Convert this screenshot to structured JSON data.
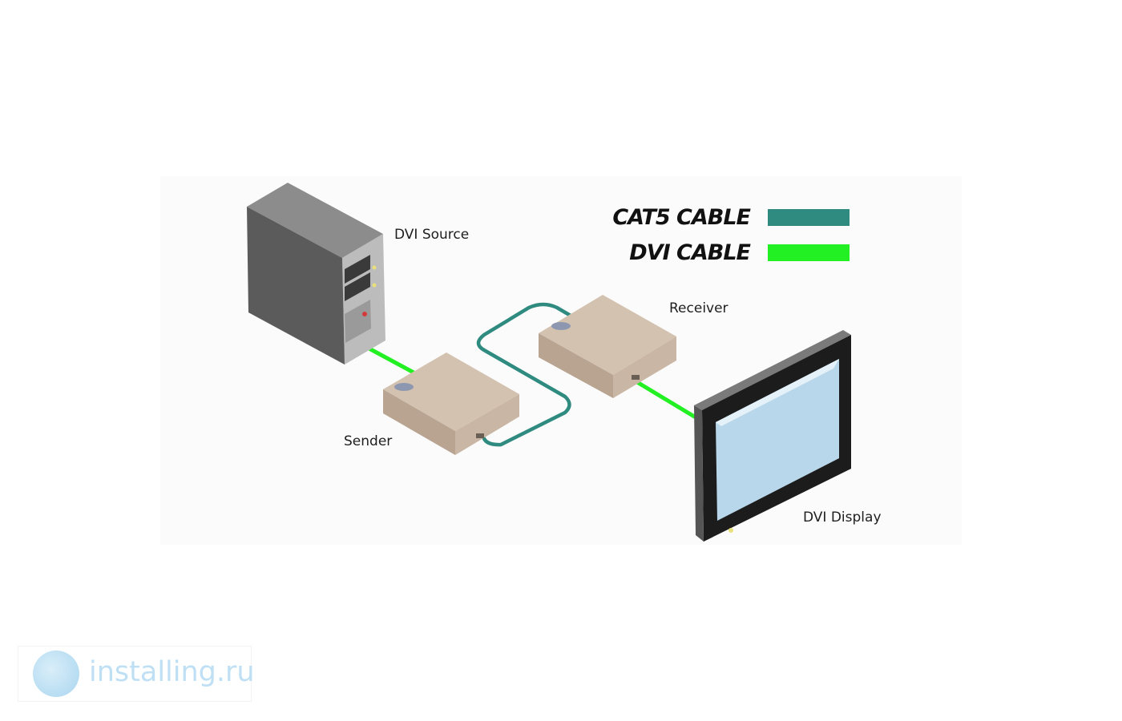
{
  "labels": {
    "source": "DVI Source",
    "receiver": "Receiver",
    "sender": "Sender",
    "display": "DVI Display"
  },
  "legend": {
    "items": [
      {
        "label": "CAT5 CABLE",
        "color": "#2f8a80"
      },
      {
        "label": "DVI CABLE",
        "color": "#22f022"
      }
    ]
  },
  "colors": {
    "cat5_cable": "#2f8a80",
    "dvi_cable": "#22f022",
    "box_fill": "#c9b6a4",
    "tower_fill": "#5b5b5b",
    "screen_fill": "#b9d7ea"
  },
  "watermark": {
    "text": "installing.ru",
    "icon": "logo-badge-icon"
  }
}
